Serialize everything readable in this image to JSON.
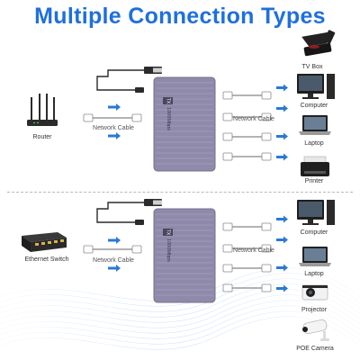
{
  "title": "Multiple Connection Types",
  "colors": {
    "accent": "#1f6fde",
    "device": "#8f89aa",
    "arrow": "#2a79d6"
  },
  "top": {
    "source_label": "Router",
    "input_cable_label": "Network Cable",
    "output_cable_label": "Network Cable",
    "device_text": "1000Mbps",
    "device_badge": "TX",
    "destinations": [
      "TV Box",
      "Computer",
      "Laptop",
      "Printer"
    ]
  },
  "bottom": {
    "source_label": "Ethernet Switch",
    "input_cable_label": "Network Cable",
    "output_cable_label": "Network Cable",
    "device_text": "1000Mbps",
    "device_badge": "TX",
    "destinations": [
      "Computer",
      "Laptop",
      "Projector",
      "POE Camera"
    ]
  }
}
